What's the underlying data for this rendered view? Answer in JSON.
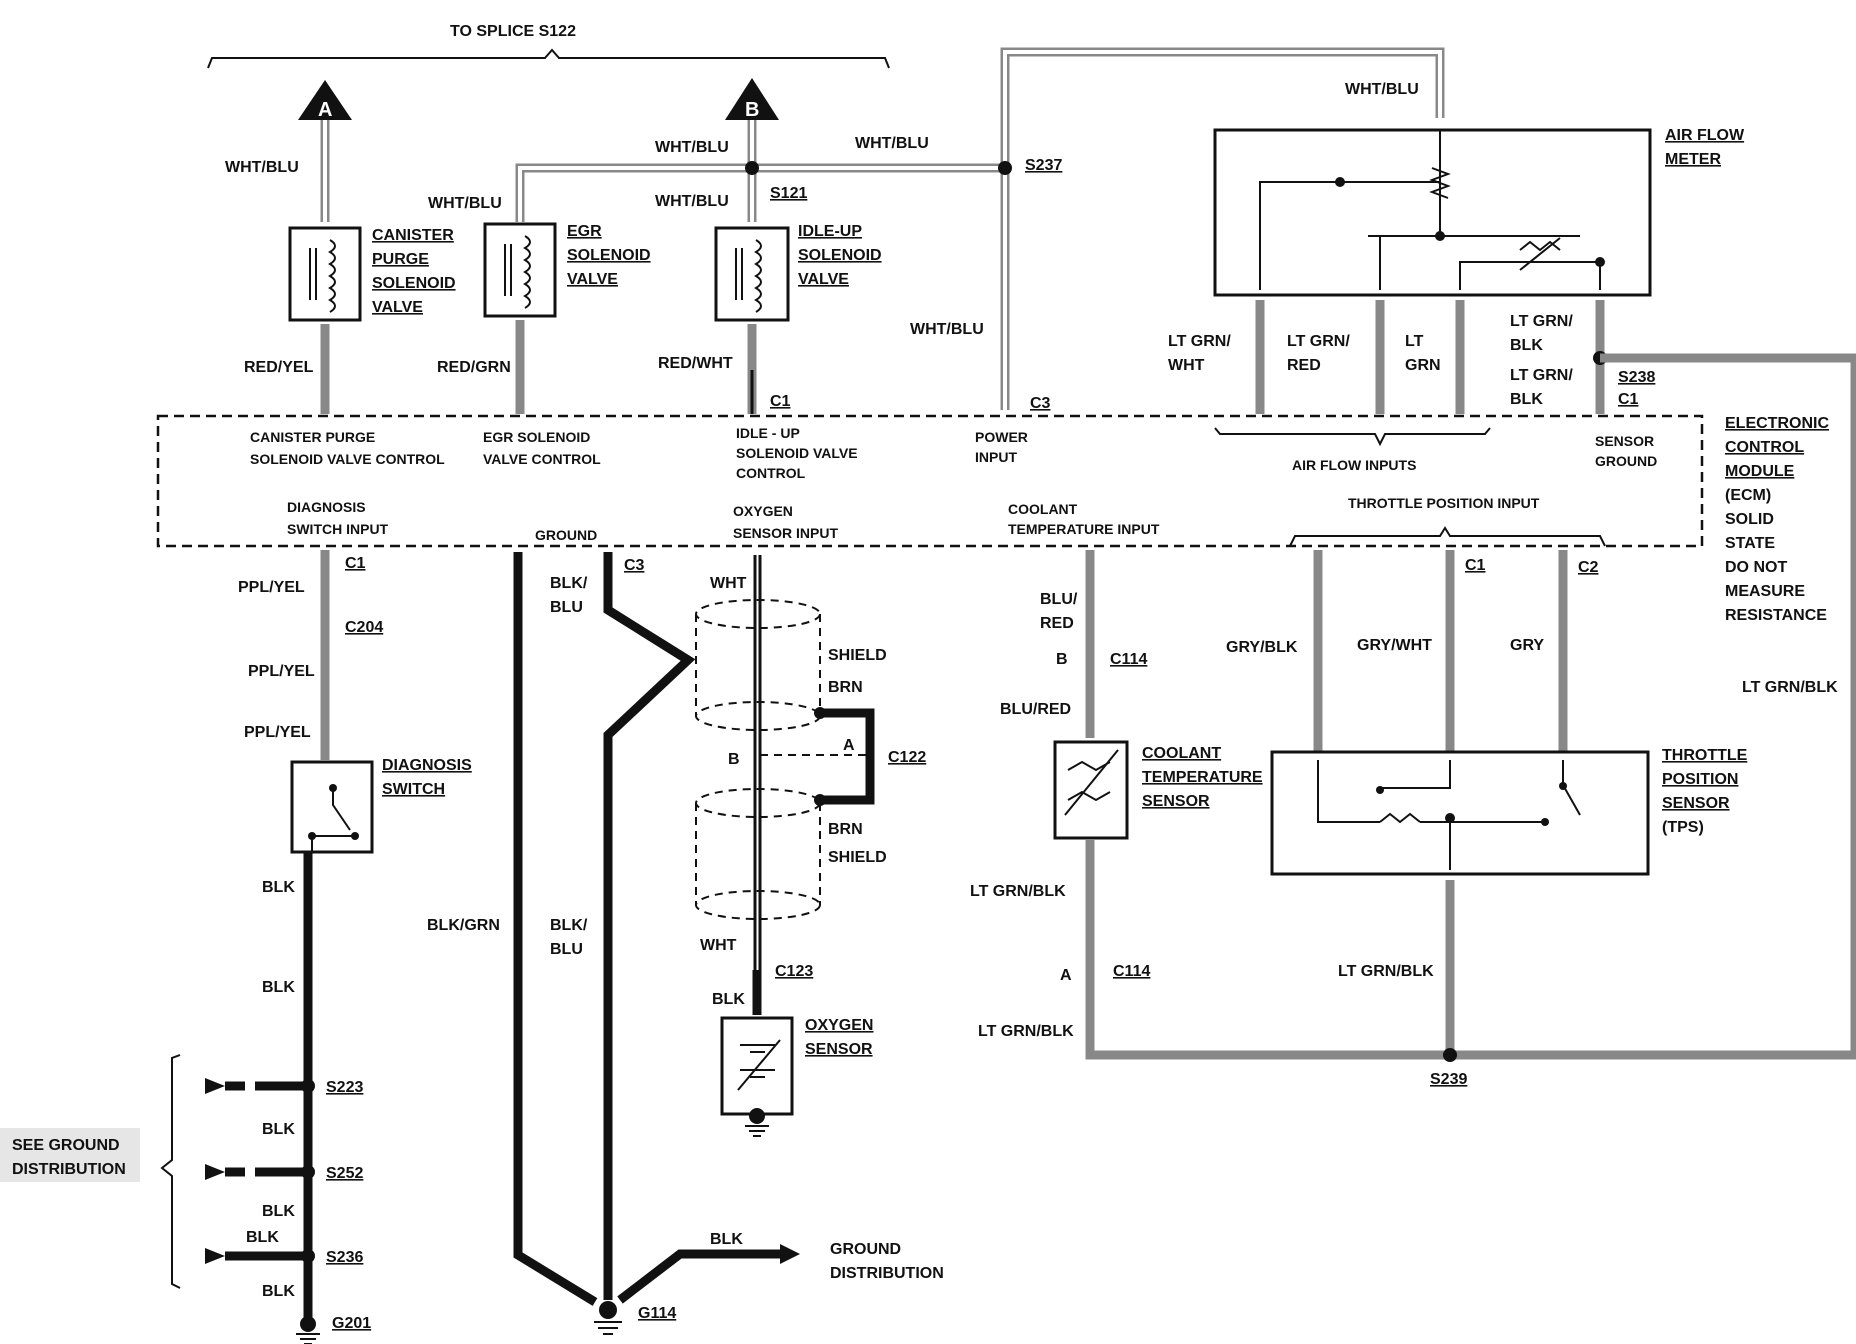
{
  "top": {
    "splice_label": "TO SPLICE S122",
    "connector_a": "A",
    "connector_b": "B"
  },
  "wires": {
    "wht_blu_a": "WHT/BLU",
    "wht_blu_s121_left": "WHT/BLU",
    "wht_blu_s121_right": "WHT/BLU",
    "wht_blu_egr": "WHT/BLU",
    "wht_blu_idle": "WHT/BLU",
    "wht_blu_power": "WHT/BLU",
    "wht_blu_afm": "WHT/BLU",
    "red_yel": "RED/YEL",
    "red_grn": "RED/GRN",
    "red_wht": "RED/WHT",
    "lt_grn_wht": [
      "LT GRN/",
      "WHT"
    ],
    "lt_grn_red": [
      "LT GRN/",
      "RED"
    ],
    "lt_grn": [
      "LT",
      "GRN"
    ],
    "lt_grn_blk_top": [
      "LT GRN/",
      "BLK"
    ],
    "lt_grn_blk_s238": [
      "LT GRN/",
      "BLK"
    ],
    "ppl_yel_1": "PPL/YEL",
    "ppl_yel_2": "PPL/YEL",
    "ppl_yel_3": "PPL/YEL",
    "blk_1": "BLK",
    "blk_2": "BLK",
    "blk_3": "BLK",
    "blk_4": "BLK",
    "blk_5": "BLK",
    "blk_6": "BLK",
    "blk_blu_1": [
      "BLK/",
      "BLU"
    ],
    "blk_grn": "BLK/GRN",
    "blk_blu_2": [
      "BLK/",
      "BLU"
    ],
    "wht_o2_top": "WHT",
    "wht_o2_bot": "WHT",
    "blk_o2": "BLK",
    "brn_1": "BRN",
    "brn_2": "BRN",
    "shield_1": "SHIELD",
    "shield_2": "SHIELD",
    "blu_red_1": [
      "BLU/",
      "RED"
    ],
    "blu_red_2": "BLU/RED",
    "lt_grn_blk_cts": "LT GRN/BLK",
    "lt_grn_blk_c114": "LT GRN/BLK",
    "gry_blk": "GRY/BLK",
    "gry_wht": "GRY/WHT",
    "gry": "GRY",
    "lt_grn_blk_tps": "LT GRN/BLK",
    "lt_grn_blk_right": "LT GRN/BLK",
    "blk_g114": "BLK"
  },
  "components": {
    "canister": [
      "CANISTER",
      "PURGE",
      "SOLENOID",
      "VALVE"
    ],
    "egr": [
      "EGR",
      "SOLENOID",
      "VALVE"
    ],
    "idle_up": [
      "IDLE-UP",
      "SOLENOID",
      "VALVE"
    ],
    "air_flow_meter": [
      "AIR FLOW",
      "METER"
    ],
    "diagnosis_switch": [
      "DIAGNOSIS",
      "SWITCH"
    ],
    "oxygen_sensor": [
      "OXYGEN",
      "SENSOR"
    ],
    "coolant_sensor": [
      "COOLANT",
      "TEMPERATURE",
      "SENSOR"
    ],
    "tps": [
      "THROTTLE",
      "POSITION",
      "SENSOR",
      "(TPS)"
    ]
  },
  "ecm": {
    "label": [
      "ELECTRONIC",
      "CONTROL",
      "MODULE",
      "(ECM)",
      "SOLID",
      "STATE",
      "DO NOT",
      "MEASURE",
      "RESISTANCE"
    ],
    "canister_ctrl": [
      "CANISTER PURGE",
      "SOLENOID VALVE CONTROL"
    ],
    "egr_ctrl": [
      "EGR SOLENOID",
      "VALVE CONTROL"
    ],
    "idle_ctrl": [
      "IDLE - UP",
      "SOLENOID VALVE",
      "CONTROL"
    ],
    "power_input": [
      "POWER",
      "INPUT"
    ],
    "air_flow_inputs": "AIR FLOW INPUTS",
    "sensor_ground": [
      "SENSOR",
      "GROUND"
    ],
    "diag_input": [
      "DIAGNOSIS",
      "SWITCH INPUT"
    ],
    "ground": "GROUND",
    "o2_input": [
      "OXYGEN",
      "SENSOR INPUT"
    ],
    "coolant_input": [
      "COOLANT",
      "TEMPERATURE INPUT"
    ],
    "tps_input": "THROTTLE POSITION INPUT"
  },
  "connectors": {
    "s237": "S237",
    "s121": "S121",
    "s238": "S238",
    "c1_idle": "C1",
    "c3_power": "C3",
    "c1_s238": "C1",
    "c1_diag": "C1",
    "c3_ground": "C3",
    "c204": "C204",
    "c114_b": "C114",
    "c114_b_pin": "B",
    "c114_a": "C114",
    "c114_a_pin": "A",
    "c1_tps": "C1",
    "c2_tps": "C2",
    "c122": "C122",
    "c122_a": "A",
    "c122_b": "B",
    "c123": "C123",
    "s223": "S223",
    "s252": "S252",
    "s236": "S236",
    "g201": "G201",
    "g114": "G114",
    "s239": "S239"
  },
  "ground_note": [
    "SEE GROUND",
    "DISTRIBUTION"
  ],
  "ground_dist": [
    "GROUND",
    "DISTRIBUTION"
  ]
}
